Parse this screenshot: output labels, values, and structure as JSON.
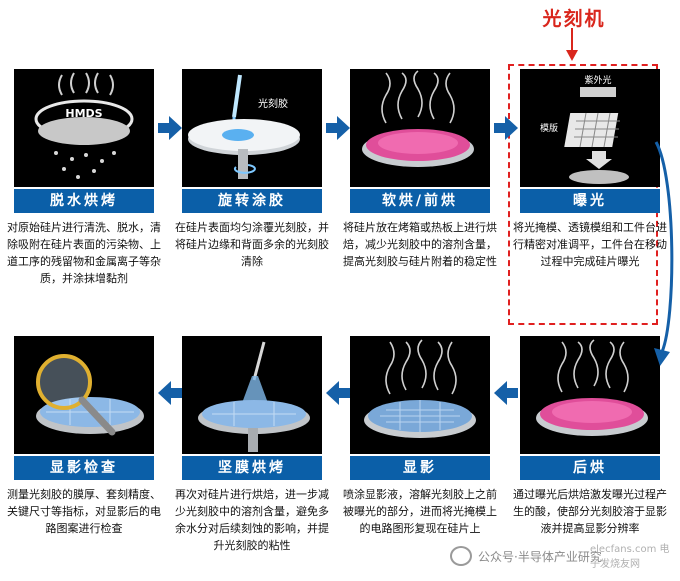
{
  "callout": {
    "label": "光刻机"
  },
  "steps": [
    {
      "label": "脱水烘烤",
      "desc": "对原始硅片进行清洗、脱水，清除吸附在硅片表面的污染物、上道工序的残留物和金属离子等杂质，并涂抹增黏剂",
      "image_text": "HMDS"
    },
    {
      "label": "旋转涂胶",
      "desc": "在硅片表面均匀涂覆光刻胶，并将硅片边缘和背面多余的光刻胶清除",
      "image_text": "光刻胶"
    },
    {
      "label": "软烘/前烘",
      "desc": "将硅片放在烤箱或热板上进行烘焙，减少光刻胶中的溶剂含量，提高光刻胶与硅片附着的稳定性"
    },
    {
      "label": "曝光",
      "desc": "将光掩模、透镜模组和工件台进行精密对准调平，工件台在移动过程中完成硅片曝光",
      "image_text_uv": "紫外光",
      "image_text_mask": "模版"
    },
    {
      "label": "后烘",
      "desc": "通过曝光后烘焙激发曝光过程产生的酸，使部分光刻胶溶于显影液并提高显影分辨率"
    },
    {
      "label": "显影",
      "desc": "喷涂显影液，溶解光刻胶上之前被曝光的部分，进而将光掩模上的电路图形复现在硅片上"
    },
    {
      "label": "坚膜烘烤",
      "desc": "再次对硅片进行烘焙，进一步减少光刻胶中的溶剂含量，避免多余水分对后续刻蚀的影响，并提升光刻胶的粘性"
    },
    {
      "label": "显影检查",
      "desc": "测量光刻胶的膜厚、套刻精度、关键尺寸等指标，对显影后的电路图案进行检查"
    }
  ],
  "watermark": {
    "text": "公众号·半导体产业研究",
    "site": "elecfans.com 电子发烧友网"
  },
  "colors": {
    "label_bg": "#0b5fa8",
    "arrow": "#1560a8",
    "callout": "#d9261c"
  }
}
